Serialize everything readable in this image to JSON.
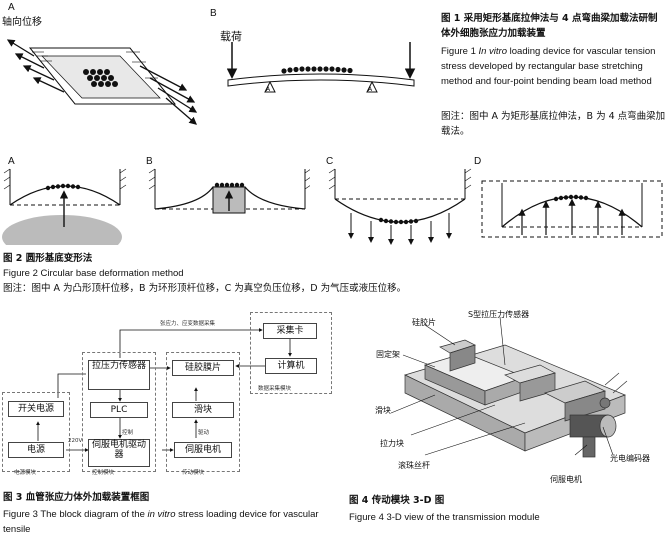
{
  "fig1": {
    "panel_a": "A",
    "panel_b": "B",
    "a_label": "轴向位移",
    "b_label": "载荷",
    "caption_cn": "图 1   采用矩形基底拉伸法与 4 点弯曲梁加载法研制体外细胞张应力加载装置",
    "caption_en_prefix": "Figure 1   ",
    "caption_en_italic": "In vitro",
    "caption_en_rest": " loading device for vascular tension stress developed by rectangular base stretching method and four-point bending beam load method",
    "note": "图注：图中 A 为矩形基底拉伸法，B 为 4 点弯曲梁加载法。"
  },
  "fig2": {
    "panels": [
      "A",
      "B",
      "C",
      "D"
    ],
    "caption_cn": "图 2   圆形基底变形法",
    "caption_en": "Figure 2   Circular base deformation method",
    "note": "图注：图中 A 为凸形顶杆位移，B 为环形顶杆位移，C 为真空负压位移，D 为气压或液压位移。"
  },
  "fig3": {
    "feedback_label": "张应力、应变数据采集",
    "collect_card": "采集卡",
    "computer": "计算机",
    "data_module": "数据采集模块",
    "tension_sensor": "拉压力传感器",
    "silicone": "硅胶膜片",
    "plc": "PLC",
    "slider": "滑块",
    "switch_power": "开关电源",
    "servo_driver": "伺服电机驱动器",
    "servo_motor": "伺服电机",
    "power": "电源",
    "control": "控制",
    "drive": "驱动",
    "v220": "220V",
    "power_module": "电源模块",
    "control_module": "控制模块",
    "transmission_module": "传动模块",
    "caption_cn": "图 3   血管张应力体外加载装置框图",
    "caption_en_prefix": "Figure 3   The block diagram of the ",
    "caption_en_italic": "in vitro",
    "caption_en_rest": " stress loading device for vascular tensile"
  },
  "fig4": {
    "labels": {
      "silicone": "硅胶片",
      "s_sensor": "S型拉压力传感器",
      "fixed_frame": "固定架",
      "slider": "滑块",
      "pull_block": "拉力块",
      "ball_screw": "滚珠丝杆",
      "encoder": "光电编码器",
      "servo_motor": "伺服电机"
    },
    "caption_cn": "图 4   传动模块 3-D 图",
    "caption_en": "Figure 4   3-D view of the transmission module"
  }
}
